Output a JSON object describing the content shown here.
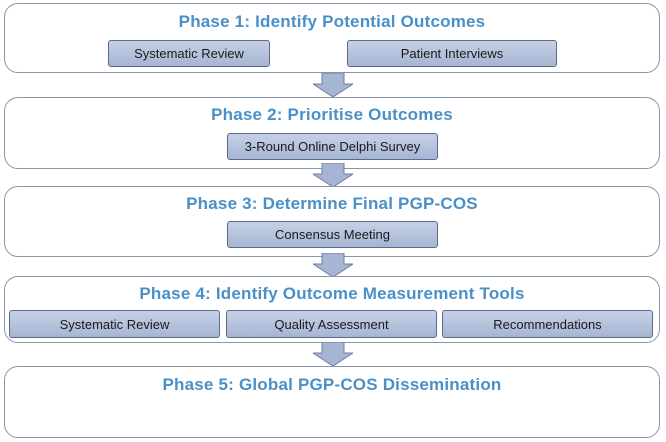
{
  "phases": [
    {
      "title": "Phase 1: Identify Potential Outcomes",
      "steps": [
        "Systematic Review",
        "Patient Interviews"
      ]
    },
    {
      "title": "Phase 2: Prioritise Outcomes",
      "steps": [
        "3-Round Online Delphi Survey"
      ]
    },
    {
      "title": "Phase 3: Determine Final PGP-COS",
      "steps": [
        "Consensus Meeting"
      ]
    },
    {
      "title": "Phase 4: Identify Outcome Measurement Tools",
      "steps": [
        "Systematic Review",
        "Quality Assessment",
        "Recommendations"
      ]
    },
    {
      "title": "Phase 5: Global PGP-COS Dissemination",
      "steps": []
    }
  ],
  "colors": {
    "title": "#4a90c8",
    "step_fill_top": "#c6d1e6",
    "step_fill_bottom": "#a6b5d3",
    "border": "#8795ad",
    "arrow": "#a6b5d3"
  }
}
